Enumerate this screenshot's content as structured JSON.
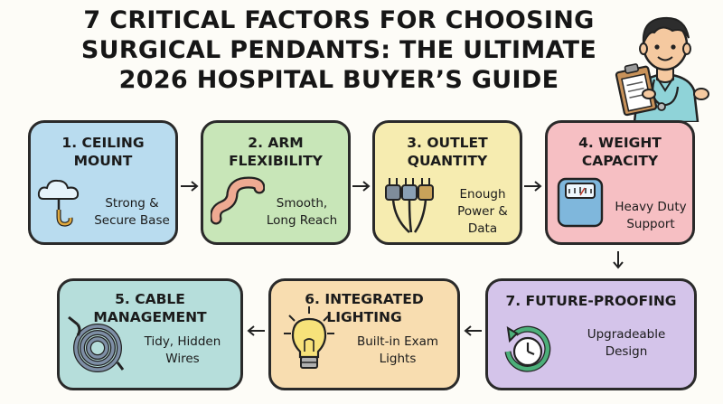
{
  "title": {
    "line1": "7 CRITICAL FACTORS FOR CHOOSING",
    "line2": "SURGICAL PENDANTS: THE ULTIMATE",
    "line3": "2026 HOSPITAL BUYER’S GUIDE"
  },
  "cards": [
    {
      "title_lines": [
        "1. CEILING",
        "MOUNT"
      ],
      "desc_lines": [
        "Strong &",
        "Secure Base"
      ],
      "color": "#b9dcef"
    },
    {
      "title_lines": [
        "2. ARM",
        "FLEXIBILITY"
      ],
      "desc_lines": [
        "Smooth,",
        "Long Reach"
      ],
      "color": "#c8e6b8"
    },
    {
      "title_lines": [
        "3. OUTLET",
        "QUANTITY"
      ],
      "desc_lines": [
        "Enough",
        "Power &",
        "Data"
      ],
      "color": "#f6ecb0"
    },
    {
      "title_lines": [
        "4. WEIGHT",
        "CAPACITY"
      ],
      "desc_lines": [
        "Heavy Duty",
        "Support"
      ],
      "color": "#f6bfc3"
    },
    {
      "title_lines": [
        "5. CABLE",
        "MANAGEMENT"
      ],
      "desc_lines": [
        "Tidy, Hidden",
        "Wires"
      ],
      "color": "#b6dedb"
    },
    {
      "title_lines": [
        "6. INTEGRATED",
        "LIGHTING"
      ],
      "desc_lines": [
        "Built-in Exam",
        "Lights"
      ],
      "color": "#f8ddb0"
    },
    {
      "title_lines": [
        "7. FUTURE-PROOFING"
      ],
      "desc_lines": [
        "Upgradeable",
        "Design"
      ],
      "color": "#d4c4ea"
    }
  ],
  "icons": [
    "cloud-hook-icon",
    "flexible-arm-icon",
    "power-plugs-icon",
    "weighing-scale-icon",
    "coiled-cable-icon",
    "light-bulb-icon",
    "clock-refresh-icon",
    "doctor-illustration"
  ]
}
